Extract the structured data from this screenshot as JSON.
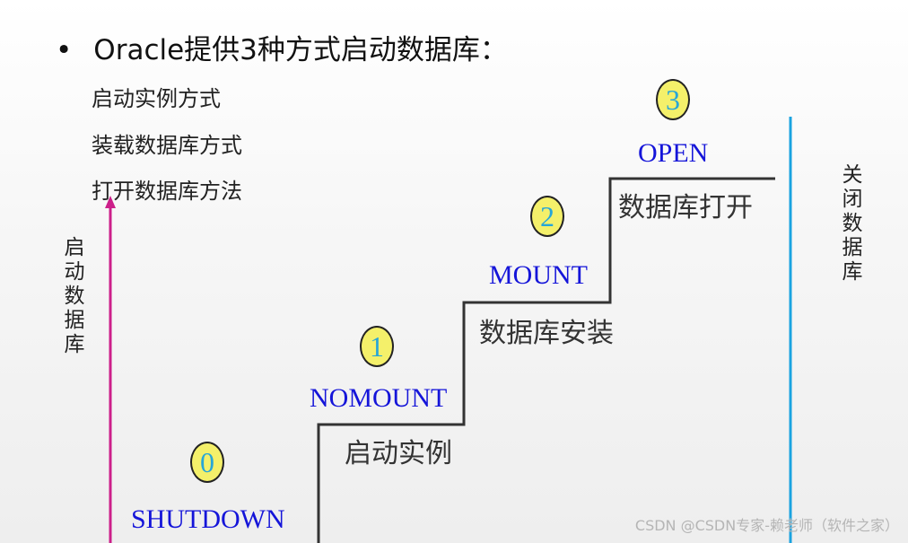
{
  "title": {
    "bullet": "•",
    "text": "Oracle提供3种方式启动数据库："
  },
  "methods": [
    "启动实例方式",
    "装载数据库方式",
    "打开数据库方法"
  ],
  "start_label": "启动数据库",
  "close_label": "关闭数据库",
  "stages": [
    {
      "number": "0",
      "name": "SHUTDOWN",
      "desc": ""
    },
    {
      "number": "1",
      "name": "NOMOUNT",
      "desc": "启动实例"
    },
    {
      "number": "2",
      "name": "MOUNT",
      "desc": "数据库安装"
    },
    {
      "number": "3",
      "name": "OPEN",
      "desc": "数据库打开"
    }
  ],
  "colors": {
    "start_arrow": "#cc1f8a",
    "close_line": "#1aa3e0",
    "stage_text": "#1515d9",
    "badge_fill": "#f4f06a"
  },
  "watermark": "CSDN @CSDN专家-赖老师（软件之家）"
}
